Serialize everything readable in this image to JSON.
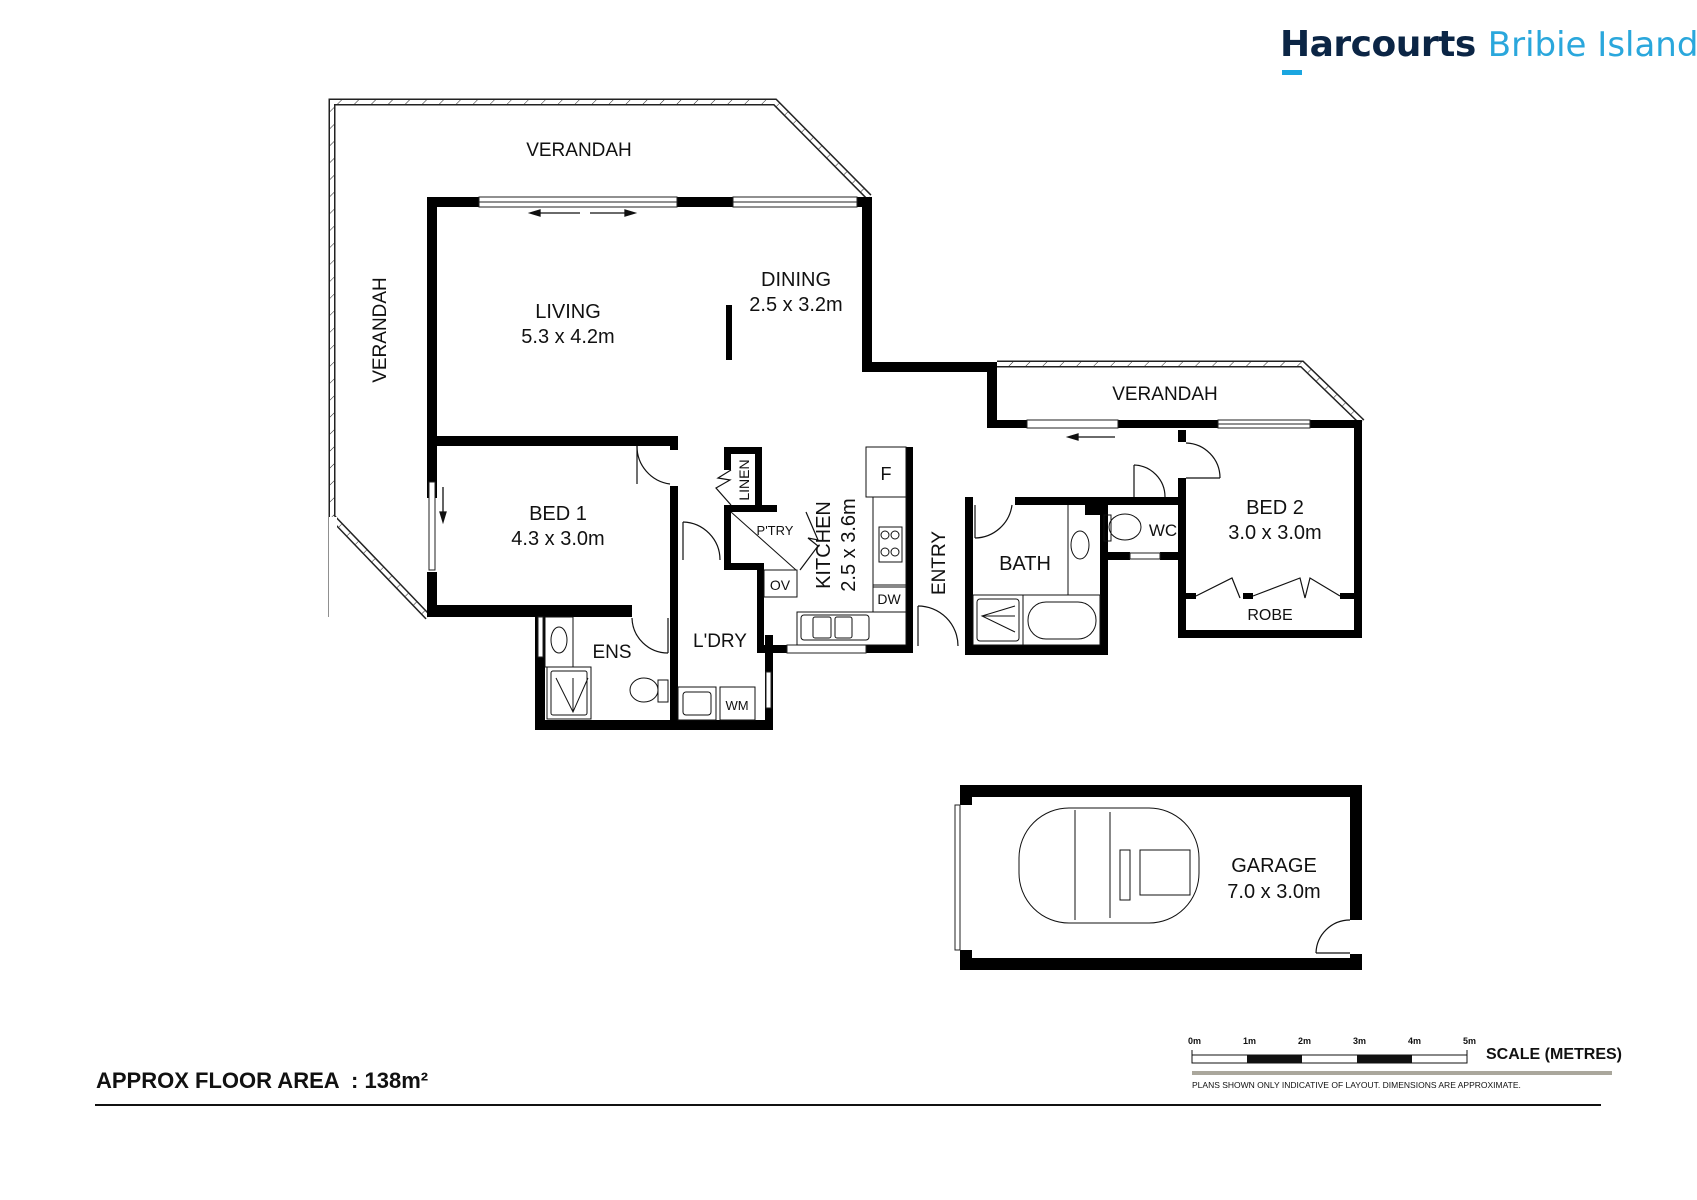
{
  "branding": {
    "brand": "Harcourts",
    "office": "Bribie Island",
    "brand_color": "#0b2545",
    "accent_color": "#1ba6e0"
  },
  "rooms": {
    "verandah_top": {
      "name": "VERANDAH"
    },
    "verandah_left": {
      "name": "VERANDAH"
    },
    "verandah_right": {
      "name": "VERANDAH"
    },
    "living": {
      "name": "LIVING",
      "size": "5.3 x 4.2m"
    },
    "dining": {
      "name": "DINING",
      "size": "2.5 x 3.2m"
    },
    "bed1": {
      "name": "BED 1",
      "size": "4.3 x 3.0m"
    },
    "ens": {
      "name": "ENS"
    },
    "laundry": {
      "name": "L'DRY"
    },
    "linen": {
      "name": "LINEN"
    },
    "pantry": {
      "name": "P'TRY"
    },
    "kitchen": {
      "name": "KITCHEN",
      "size": "2.5 x 3.6m"
    },
    "entry": {
      "name": "ENTRY"
    },
    "bath": {
      "name": "BATH"
    },
    "wc": {
      "name": "WC"
    },
    "bed2": {
      "name": "BED 2",
      "size": "3.0 x 3.0m"
    },
    "robe": {
      "name": "ROBE"
    },
    "garage": {
      "name": "GARAGE",
      "size": "7.0 x 3.0m"
    }
  },
  "fixtures": {
    "fridge": "F",
    "oven": "OV",
    "dishwasher": "DW",
    "washing_machine": "WM"
  },
  "footer": {
    "floor_area": "APPROX FLOOR AREA  : 138m²",
    "scale_title": "SCALE (METRES)",
    "scale_ticks": [
      "0m",
      "1m",
      "2m",
      "3m",
      "4m",
      "5m"
    ],
    "disclaimer": "PLANS SHOWN ONLY INDICATIVE OF LAYOUT.  DIMENSIONS ARE APPROXIMATE."
  }
}
